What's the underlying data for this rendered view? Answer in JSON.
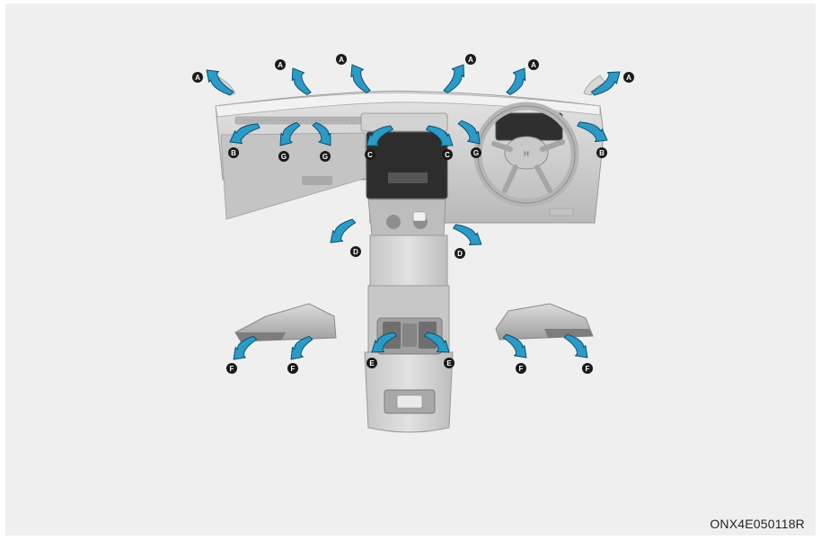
{
  "figure_code": "ONX4E050118R",
  "colors": {
    "background": "#efefef",
    "arrow_fill": "#2a9bc6",
    "arrow_stroke": "#0d4e70",
    "marker": "#1a1a1a",
    "interior": "#cfcfcf"
  },
  "markers": {
    "A": "A",
    "B": "B",
    "C": "C",
    "D": "D",
    "E": "E",
    "F": "F",
    "G": "G"
  }
}
